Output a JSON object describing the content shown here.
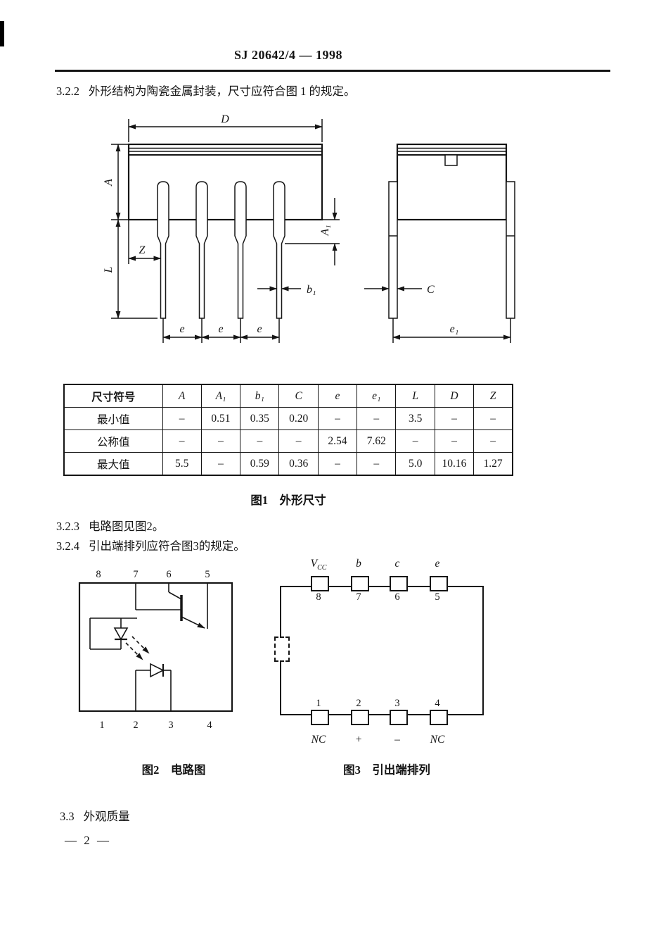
{
  "header": {
    "title": "SJ 20642/4 — 1998"
  },
  "para_322": {
    "num": "3.2.2",
    "text": "外形结构为陶瓷金属封装，尺寸应符合图 1 的规定。"
  },
  "para_323": {
    "num": "3.2.3",
    "text": "电路图见图2。"
  },
  "para_324": {
    "num": "3.2.4",
    "text": "引出端排列应符合图3的规定。"
  },
  "para_33": {
    "num": "3.3",
    "text": "外观质量"
  },
  "figure1": {
    "caption": "图1　外形尺寸",
    "dims": {
      "D": "D",
      "A": "A",
      "A1": "A₁",
      "Z": "Z",
      "L": "L",
      "b1": "b₁",
      "e": "e",
      "e1": "e₁",
      "C": "C"
    }
  },
  "dim_table": {
    "header": [
      "尺寸符号",
      "A",
      "A₁",
      "b₁",
      "C",
      "e",
      "e₁",
      "L",
      "D",
      "Z"
    ],
    "rows": [
      [
        "最小值",
        "–",
        "0.51",
        "0.35",
        "0.20",
        "–",
        "–",
        "3.5",
        "–",
        "–"
      ],
      [
        "公称值",
        "–",
        "–",
        "–",
        "–",
        "2.54",
        "7.62",
        "–",
        "–",
        "–"
      ],
      [
        "最大值",
        "5.5",
        "–",
        "0.59",
        "0.36",
        "–",
        "–",
        "5.0",
        "10.16",
        "1.27"
      ]
    ]
  },
  "figure2": {
    "caption": "图2　电路图",
    "top_pins": [
      "8",
      "7",
      "6",
      "5"
    ],
    "bottom_pins": [
      "1",
      "2",
      "3",
      "4"
    ]
  },
  "figure3": {
    "caption": "图3　引出端排列",
    "top_labels": [
      "V",
      "b",
      "c",
      "e"
    ],
    "vcc_sub": "CC",
    "top_pins": [
      "8",
      "7",
      "6",
      "5"
    ],
    "bottom_pins": [
      "1",
      "2",
      "3",
      "4"
    ],
    "bottom_labels": [
      "NC",
      "+",
      "–",
      "NC"
    ]
  },
  "page_number": "— 2 —"
}
